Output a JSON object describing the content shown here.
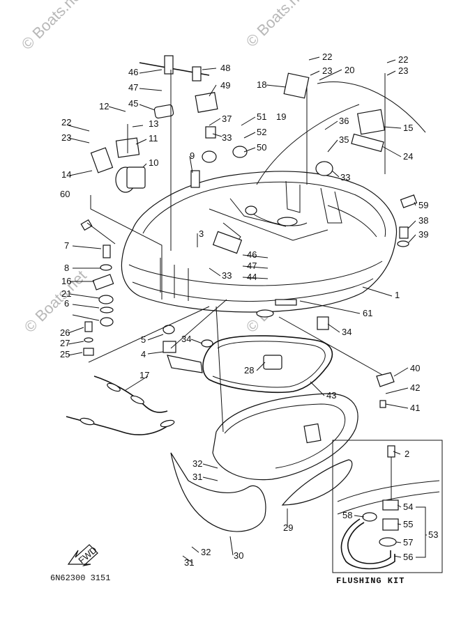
{
  "watermarks": [
    "© Boats.net",
    "© Boats.net",
    "© Boats.net",
    "© Boats.net"
  ],
  "diagram_code": "6N62300 3151",
  "inset_title": "FLUSHING KIT",
  "fwd_label": "FWD",
  "callouts": [
    "1",
    "2",
    "3",
    "4",
    "5",
    "6",
    "7",
    "8",
    "9",
    "10",
    "11",
    "12",
    "13",
    "14",
    "15",
    "16",
    "17",
    "18",
    "19",
    "20",
    "21",
    "22",
    "22",
    "22",
    "23",
    "23",
    "23",
    "24",
    "25",
    "26",
    "27",
    "28",
    "29",
    "30",
    "31",
    "31",
    "32",
    "32",
    "33",
    "33",
    "33",
    "34",
    "34",
    "35",
    "36",
    "37",
    "38",
    "39",
    "40",
    "41",
    "42",
    "43",
    "44",
    "45",
    "46",
    "46",
    "47",
    "47",
    "48",
    "49",
    "50",
    "51",
    "52",
    "53",
    "54",
    "55",
    "56",
    "57",
    "58",
    "59",
    "60",
    "61"
  ]
}
